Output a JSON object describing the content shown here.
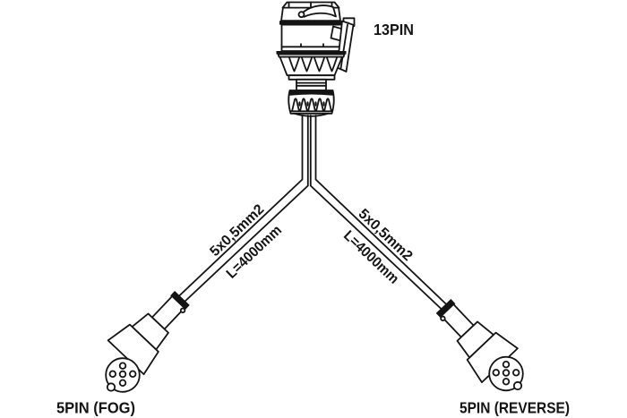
{
  "diagram": {
    "top_connector": {
      "label": "13PIN"
    },
    "left_connector": {
      "label": "5PIN (FOG)"
    },
    "right_connector": {
      "label": "5PIN (REVERSE)"
    },
    "cable_left": {
      "spec": "5x0,5mm2",
      "length": "L=4000mm"
    },
    "cable_right": {
      "spec": "5x0,5mm2",
      "length": "L=4000mm"
    },
    "colors": {
      "line": "#141414",
      "background": "#ffffff"
    }
  }
}
